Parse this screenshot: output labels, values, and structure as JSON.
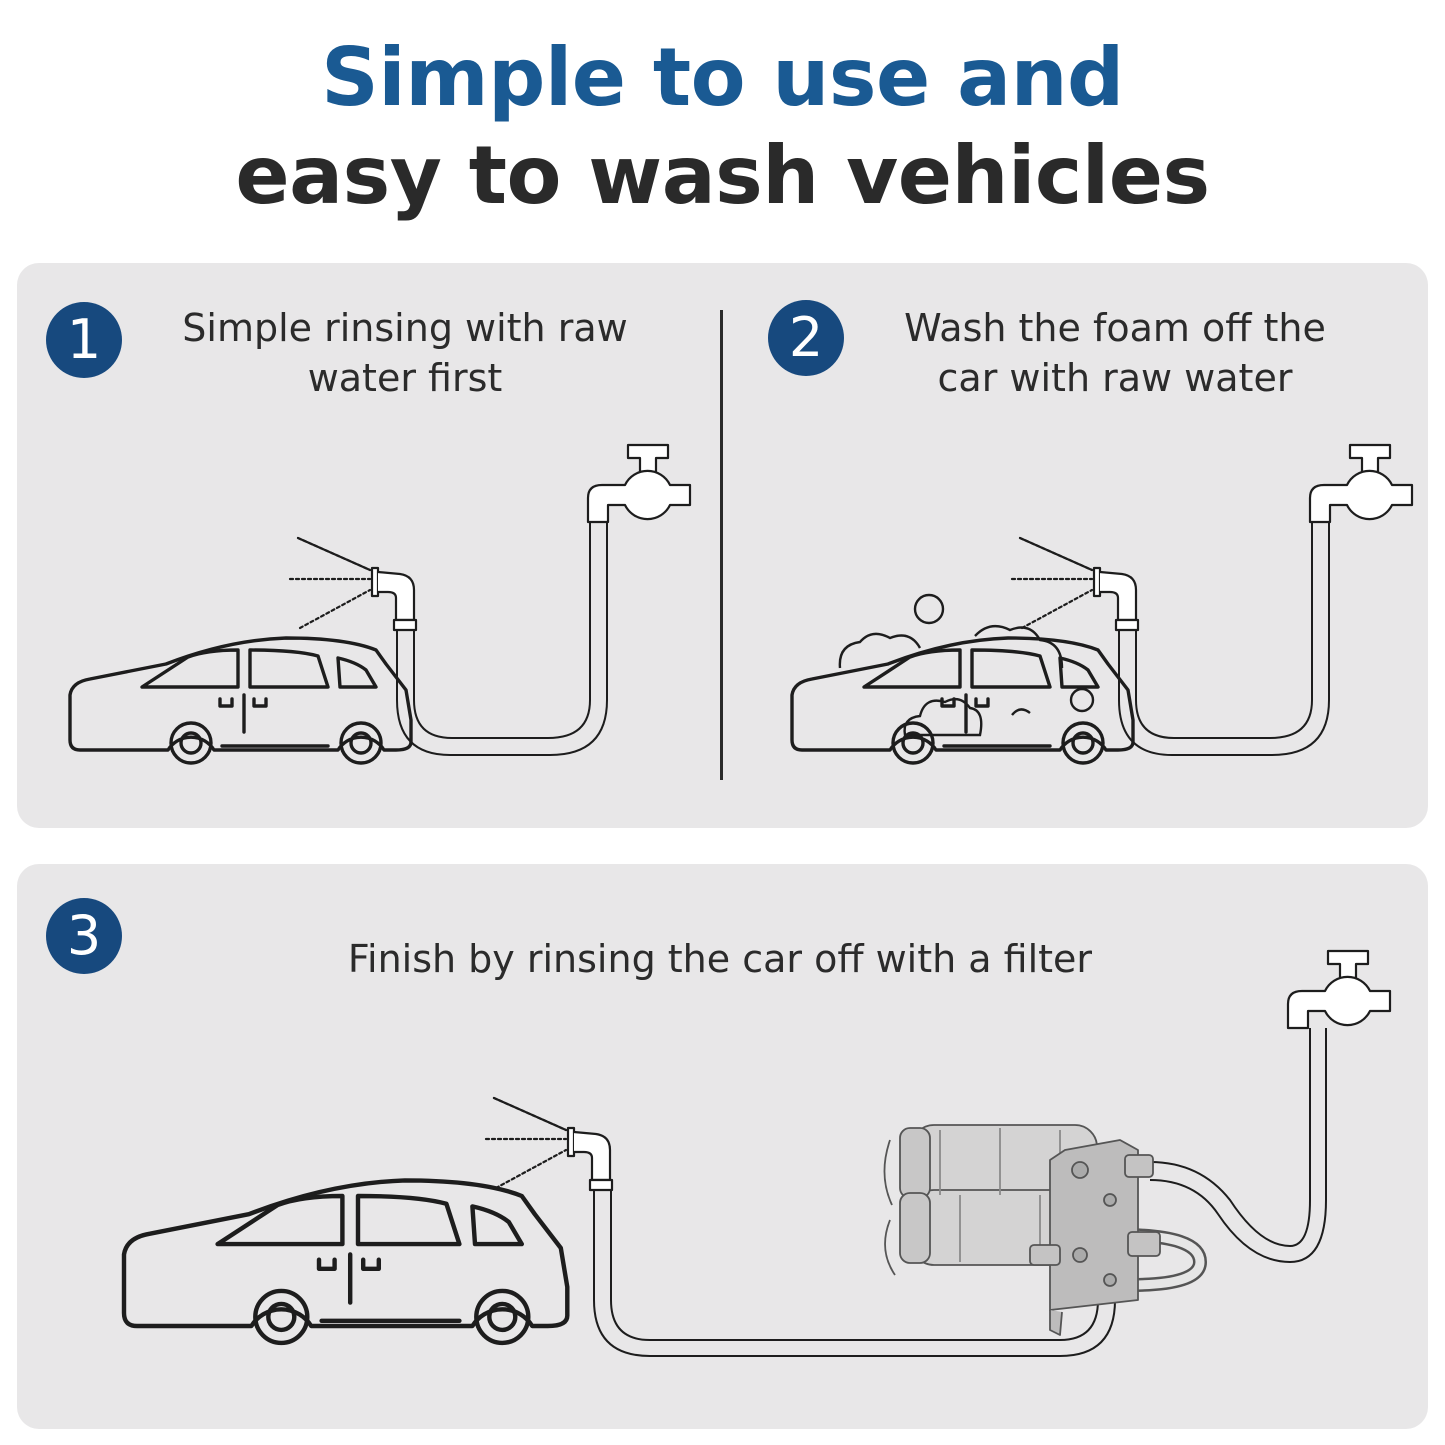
{
  "title": {
    "line1": "Simple to use and",
    "line2": "easy to wash vehicles"
  },
  "steps": [
    {
      "number": "1",
      "text": "Simple rinsing with raw water first"
    },
    {
      "number": "2",
      "text": "Wash the foam off the car with raw water"
    },
    {
      "number": "3",
      "text": "Finish by rinsing the car off with a filter"
    }
  ],
  "colors": {
    "title_accent": "#1a5a93",
    "badge": "#17497e",
    "panel": "#e8e7e8",
    "text": "#2a2a2a"
  }
}
